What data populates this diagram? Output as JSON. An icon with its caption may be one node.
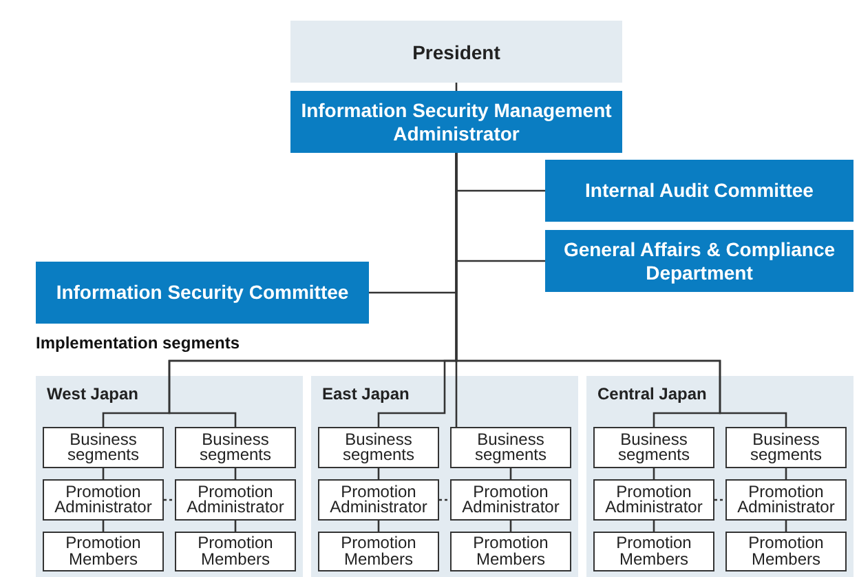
{
  "diagram": {
    "nodes": [
      {
        "text": [
          "President"
        ]
      },
      {
        "text": [
          "Information Security Management Administrator"
        ]
      },
      {
        "text": [
          "Internal Audit Committee"
        ]
      },
      {
        "text": [
          "General Affairs & Compliance Department"
        ]
      },
      {
        "text": [
          "Information Security Committee"
        ]
      },
      {
        "text": [
          "West Japan"
        ]
      },
      {
        "text": [
          "Business segments"
        ],
        "in": 5
      },
      {
        "text": [
          "Business segments"
        ],
        "in": 5
      },
      {
        "text": [
          "Promotion Administrator"
        ],
        "in": 5
      },
      {
        "text": [
          "Promotion Administrator"
        ],
        "in": 5
      },
      {
        "text": [
          "Promotion Members"
        ],
        "in": 5
      },
      {
        "text": [
          "Promotion Members"
        ],
        "in": 5
      },
      {
        "text": [
          "East Japan"
        ]
      },
      {
        "text": [
          "Business segments"
        ],
        "in": 12
      },
      {
        "text": [
          "Business segments"
        ],
        "in": 12
      },
      {
        "text": [
          "Promotion Administrator"
        ],
        "in": 12
      },
      {
        "text": [
          "Promotion Administrator"
        ],
        "in": 12
      },
      {
        "text": [
          "Promotion Members"
        ],
        "in": 12
      },
      {
        "text": [
          "Promotion Members"
        ],
        "in": 12
      },
      {
        "text": [
          "Central Japan"
        ]
      },
      {
        "text": [
          "Business segments"
        ],
        "in": 19
      },
      {
        "text": [
          "Business segments"
        ],
        "in": 19
      },
      {
        "text": [
          "Promotion Administrator"
        ],
        "in": 19
      },
      {
        "text": [
          "Promotion Administrator"
        ],
        "in": 19
      },
      {
        "text": [
          "Promotion Members"
        ],
        "in": 19
      },
      {
        "text": [
          "Promotion Members"
        ],
        "in": 19
      }
    ],
    "edges": [
      {
        "from": 0,
        "to": 1,
        "arrow": "none"
      },
      {
        "from": 1,
        "to": 2,
        "arrow": "none"
      },
      {
        "from": 1,
        "to": 3,
        "arrow": "none"
      },
      {
        "from": 1,
        "to": 4,
        "arrow": "none"
      },
      {
        "from": 1,
        "to": 6,
        "arrow": "none"
      },
      {
        "from": 1,
        "to": 7,
        "arrow": "none"
      },
      {
        "from": 1,
        "to": 13,
        "arrow": "none"
      },
      {
        "from": 1,
        "to": 14,
        "arrow": "none"
      },
      {
        "from": 1,
        "to": 20,
        "arrow": "none"
      },
      {
        "from": 1,
        "to": 21,
        "arrow": "none"
      },
      {
        "from": 6,
        "to": 8,
        "arrow": "none"
      },
      {
        "from": 8,
        "to": 10,
        "arrow": "none"
      },
      {
        "from": 7,
        "to": 9,
        "arrow": "none"
      },
      {
        "from": 9,
        "to": 11,
        "arrow": "none"
      },
      {
        "from": 8,
        "to": 9,
        "arrow": "none",
        "style": "dashed"
      },
      {
        "from": 13,
        "to": 15,
        "arrow": "none"
      },
      {
        "from": 15,
        "to": 17,
        "arrow": "none"
      },
      {
        "from": 14,
        "to": 16,
        "arrow": "none"
      },
      {
        "from": 16,
        "to": 18,
        "arrow": "none"
      },
      {
        "from": 15,
        "to": 16,
        "arrow": "none",
        "style": "dashed"
      },
      {
        "from": 20,
        "to": 22,
        "arrow": "none"
      },
      {
        "from": 22,
        "to": 24,
        "arrow": "none"
      },
      {
        "from": 21,
        "to": 23,
        "arrow": "none"
      },
      {
        "from": 23,
        "to": 25,
        "arrow": "none"
      },
      {
        "from": 22,
        "to": 23,
        "arrow": "none",
        "style": "dashed"
      }
    ],
    "labels": [
      "Implementation segments"
    ]
  }
}
